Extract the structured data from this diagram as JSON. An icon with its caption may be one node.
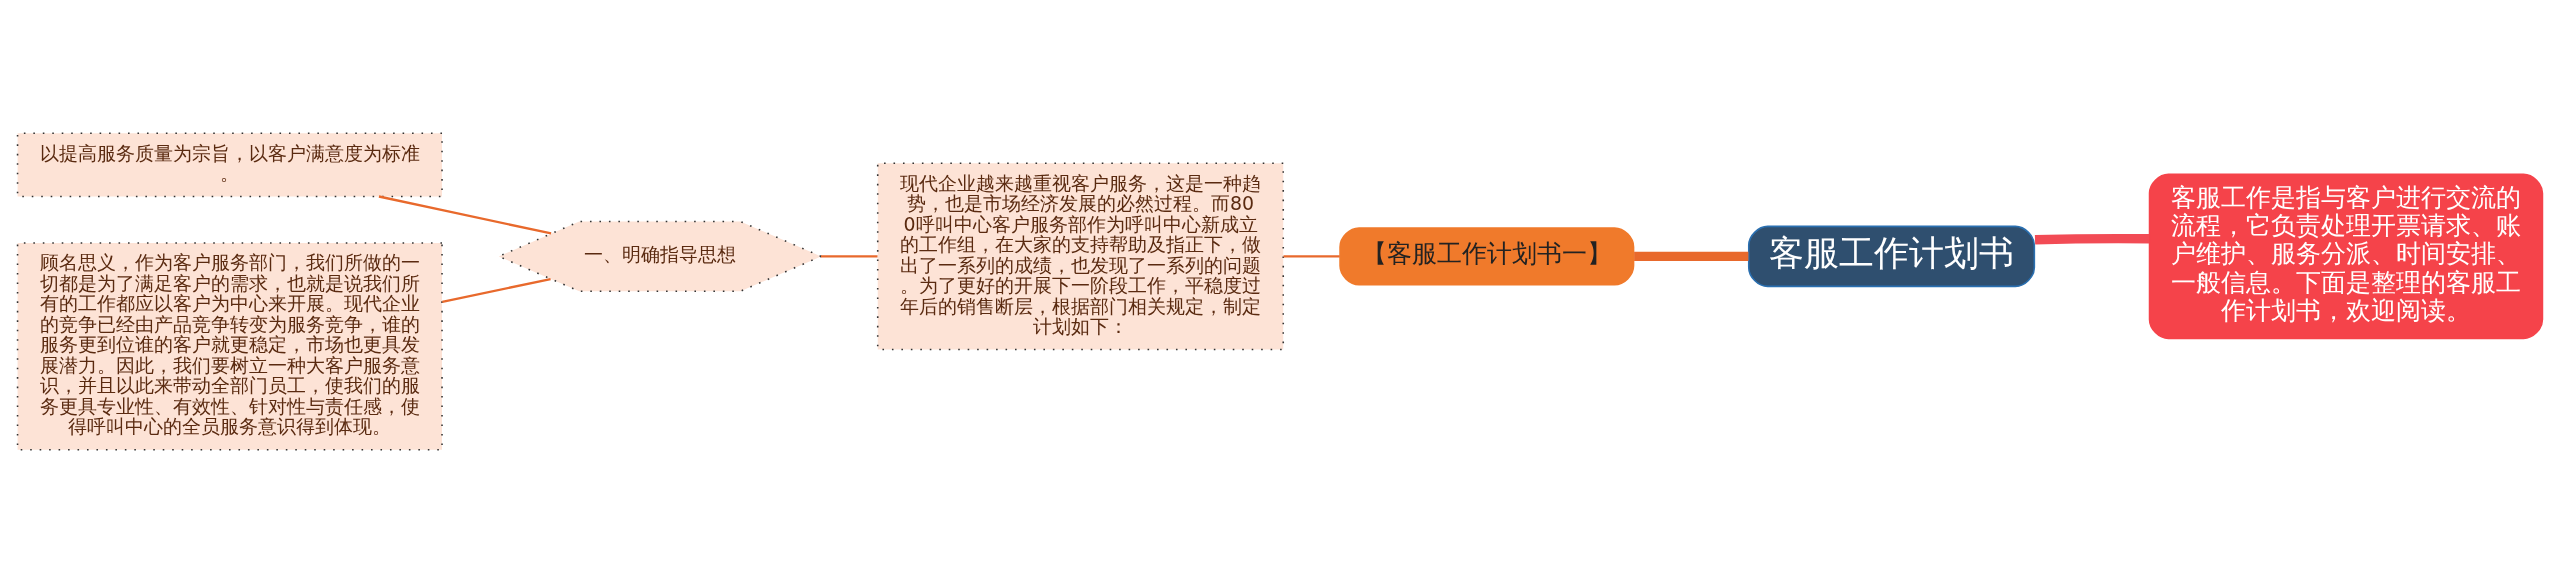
{
  "diagram": {
    "nodes": [
      {
        "text": [
          "客服工作计划书"
        ]
      },
      {
        "text": [
          "客服工作是指与客户进行交流的流程，它负责处理开票请求、账户维护、服务分派、时间安排、一般信息。下面是整理的客服工作计划书，欢迎阅读。"
        ]
      },
      {
        "text": [
          "【客服工作计划书一】"
        ]
      },
      {
        "text": [
          "现代企业越来越重视客户服务，这是一种趋势，也是市场经济发展的必然过程。而800呼叫中心客户服务部作为呼叫中心新成立的工作组，在大家的支持帮助及指正下，做出了一系列的成绩，也发现了一系列的问题。为了更好的开展下一阶段工作，平稳度过年后的销售断层，根据部门相关规定，制定计划如下："
        ]
      },
      {
        "text": [
          "一、明确指导思想"
        ]
      },
      {
        "text": [
          "以提高服务质量为宗旨，以客户满意度为标准。"
        ]
      },
      {
        "text": [
          "顾名思义，作为客户服务部门，我们所做的一切都是为了满足客户的需求，也就是说我们所有的工作都应以客户为中心来开展。现代企业的竞争已经由产品竞争转变为服务竞争，谁的服务更到位谁的客户就更稳定，市场也更具发展潜力。因此，我们要树立一种大客户服务意识，并且以此来带动全部门员工，使我们的服务更具专业性、有效性、针对性与责任感，使得呼叫中心的全员服务意识得到体现。"
        ]
      }
    ],
    "edges": [
      {
        "from": 0,
        "to": 1,
        "arrow": "none",
        "style": "thick",
        "color": "#f24b55"
      },
      {
        "from": 0,
        "to": 2,
        "arrow": "none",
        "style": "thick"
      },
      {
        "from": 2,
        "to": 3,
        "arrow": "none"
      },
      {
        "from": 3,
        "to": 4,
        "arrow": "none"
      },
      {
        "from": 4,
        "to": 5,
        "arrow": "none"
      },
      {
        "from": 4,
        "to": 6,
        "arrow": "none"
      }
    ]
  }
}
